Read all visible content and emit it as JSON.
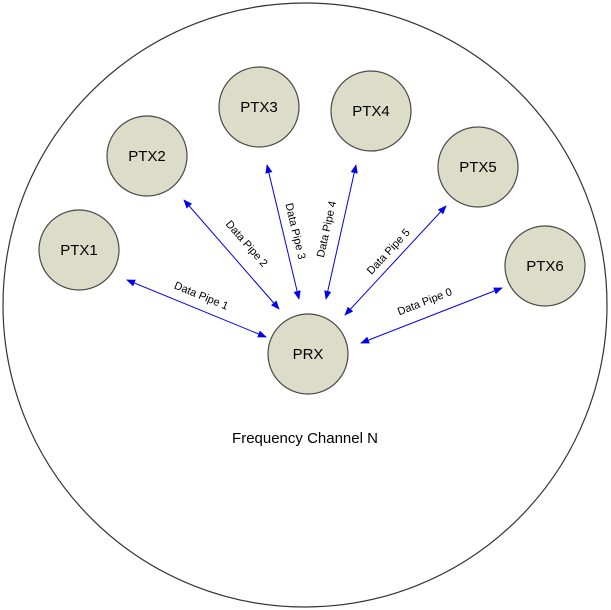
{
  "colors": {
    "node_fill": "#dcdcc8",
    "node_stroke": "#4a4a4a",
    "arrow": "#0000ee",
    "boundary": "#333333"
  },
  "receiver": {
    "label": "PRX"
  },
  "transmitters": [
    {
      "label": "PTX1"
    },
    {
      "label": "PTX2"
    },
    {
      "label": "PTX3"
    },
    {
      "label": "PTX4"
    },
    {
      "label": "PTX5"
    },
    {
      "label": "PTX6"
    }
  ],
  "pipes": [
    {
      "label": "Data Pipe 1"
    },
    {
      "label": "Data Pipe 2"
    },
    {
      "label": "Data Pipe 3"
    },
    {
      "label": "Data Pipe 4"
    },
    {
      "label": "Data Pipe 5"
    },
    {
      "label": "Data Pipe 0"
    }
  ],
  "channel_label": "Frequency Channel N"
}
